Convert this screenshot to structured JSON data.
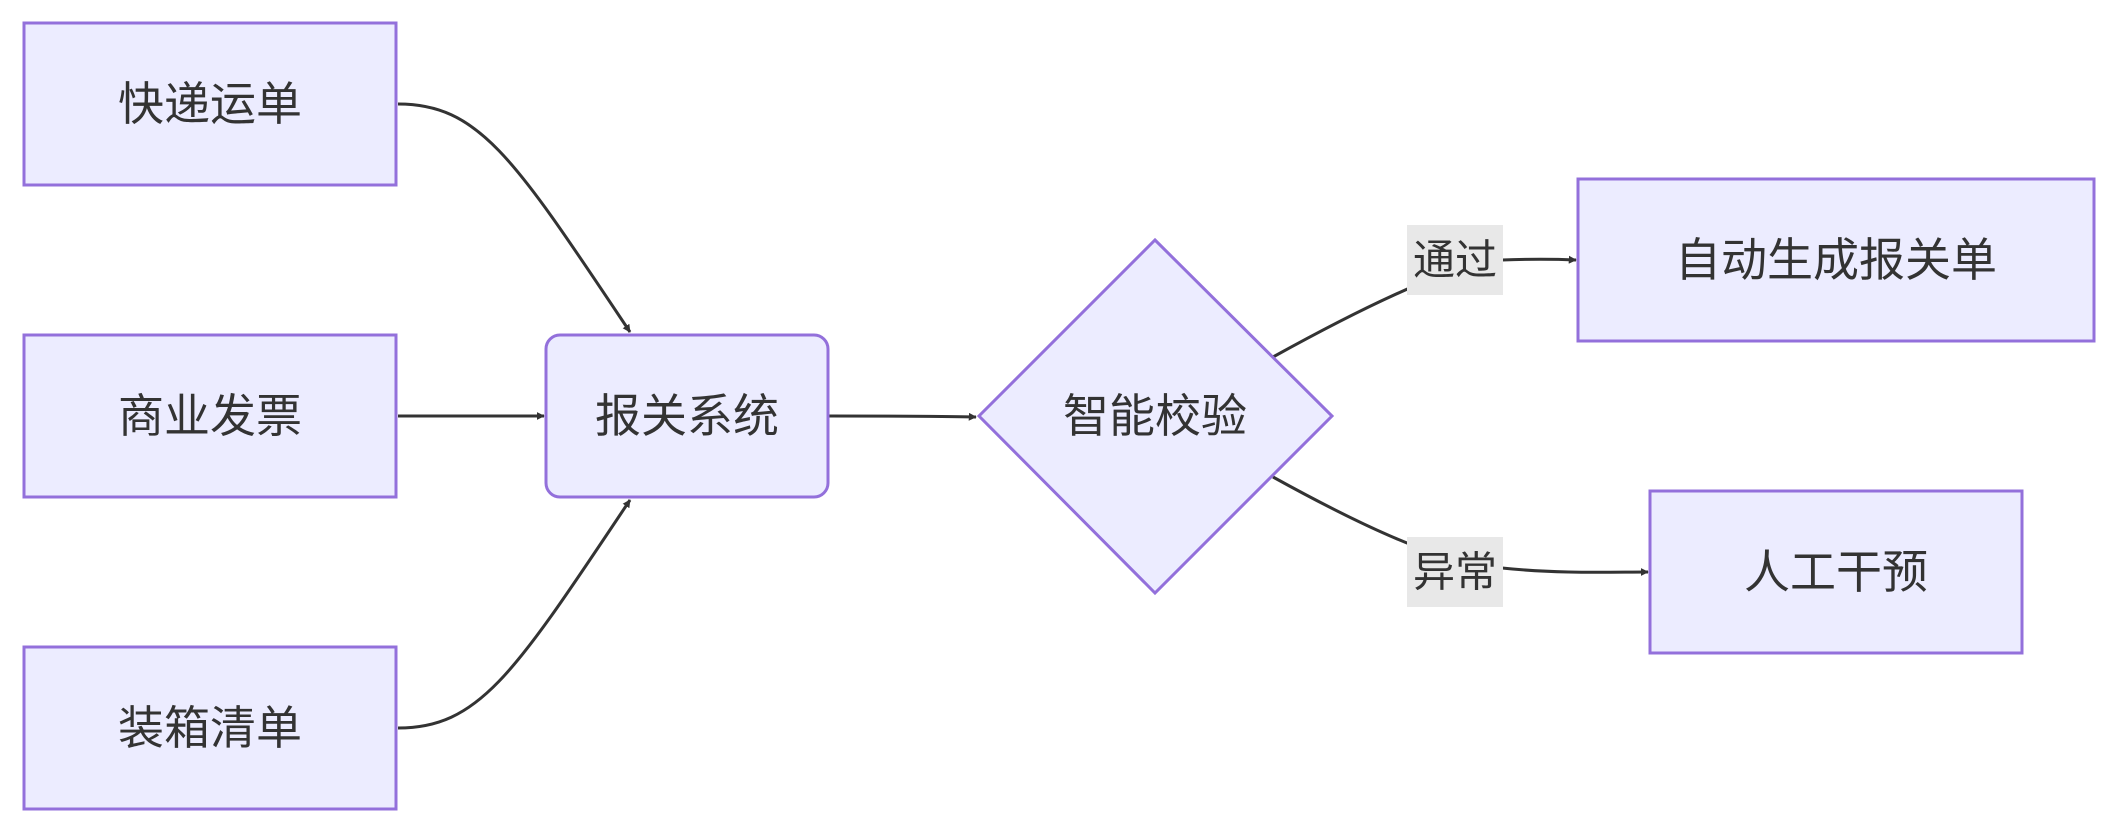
{
  "nodes": {
    "express_waybill": "快递运单",
    "commercial_invoice": "商业发票",
    "packing_list": "装箱清单",
    "customs_system": "报关系统",
    "smart_check": "智能校验",
    "auto_generate": "自动生成报关单",
    "manual_intervention": "人工干预"
  },
  "edges": {
    "pass_label": "通过",
    "exception_label": "异常"
  }
}
